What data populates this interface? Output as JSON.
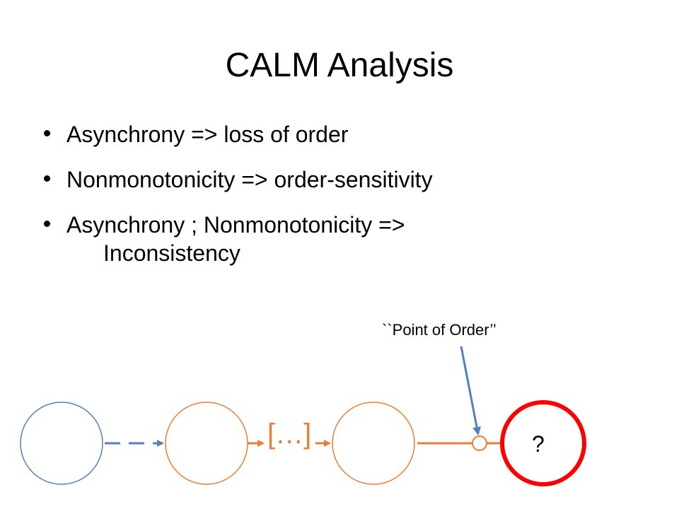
{
  "slide": {
    "title": "CALM Analysis",
    "bullets": [
      {
        "text": "Asynchrony => loss of order"
      },
      {
        "text": "Nonmonotonicity => order-sensitivity"
      },
      {
        "text": "Asynchrony ; Nonmonotonicity =>",
        "continuation": "Inconsistency"
      }
    ]
  },
  "diagram": {
    "callout_label": "``Point of Order’’",
    "ellipsis_label": "[…]",
    "result_label": "?",
    "colors": {
      "blue": "#4f81bd",
      "orange": "#ed7d31",
      "red": "#ff0000",
      "point_fill": "#ffffff"
    },
    "nodes": [
      "source-node",
      "orange-node-1",
      "orange-node-2",
      "result-node"
    ]
  }
}
